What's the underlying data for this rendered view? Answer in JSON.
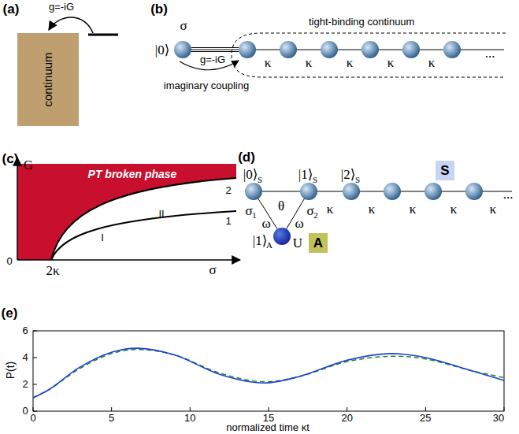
{
  "diagram": {
    "nodes": [
      {
        "text": [
          "continuum"
        ]
      },
      {
        "text": [
          "tight-binding continuum"
        ]
      },
      {
        "text": [
          "S"
        ]
      },
      {
        "text": [
          "A"
        ]
      }
    ],
    "labels": [
      "(a)",
      "g=-iG",
      "(b)",
      "σ",
      "|0⟩",
      "g=-iG",
      "imaginary coupling",
      "κ",
      "κ",
      "κ",
      "κ",
      "κ",
      "...",
      "(c)",
      "G",
      "PT broken phase",
      "2",
      "II",
      "I",
      "1",
      "0",
      "2κ",
      "σ",
      "(d)",
      "|0⟩",
      "S",
      "|1⟩",
      "S",
      "|2⟩",
      "S",
      "σ",
      "1",
      "θ",
      "σ",
      "2",
      "ω",
      "ω",
      "U",
      "|1⟩",
      "A",
      "κ",
      "κ",
      "κ",
      "κ",
      "κ",
      "...",
      "(e)",
      "P(t)",
      "0",
      "2",
      "4",
      "6",
      "0",
      "5",
      "10",
      "15",
      "20",
      "25",
      "30",
      "normalized time κt"
    ]
  }
}
